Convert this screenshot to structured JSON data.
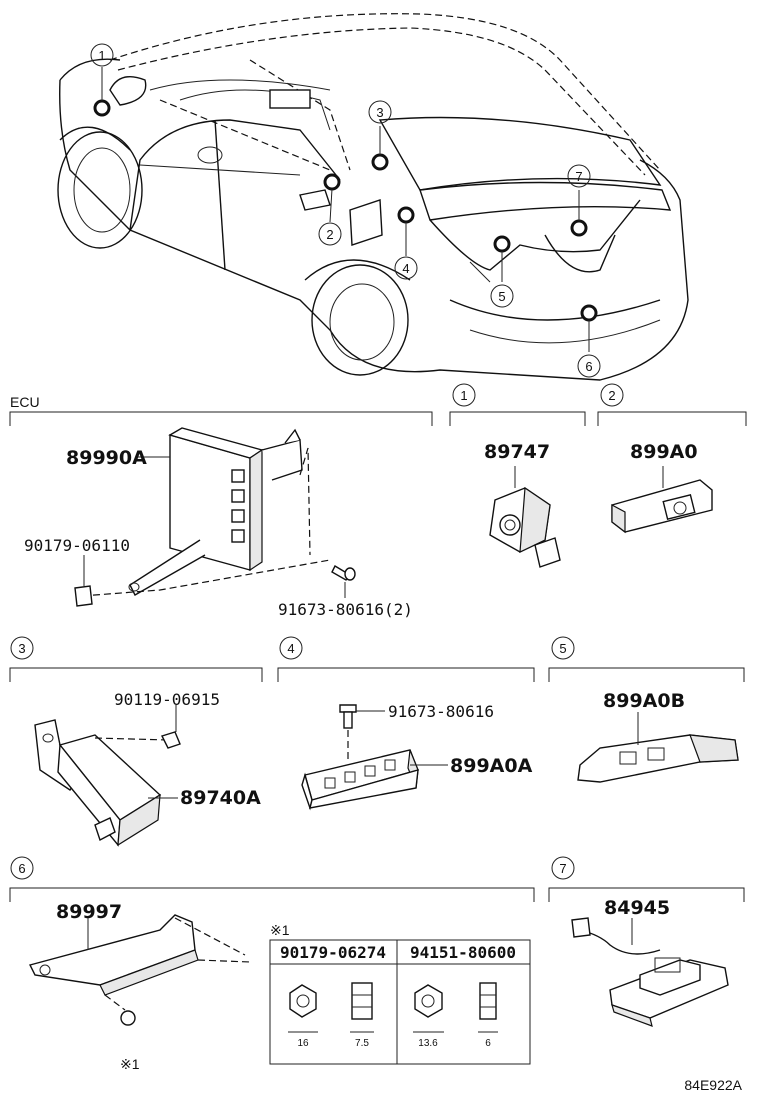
{
  "callouts": [
    "1",
    "2",
    "3",
    "4",
    "5",
    "6",
    "7"
  ],
  "sections": {
    "ecu": {
      "title": "ECU",
      "parts": [
        "89990A",
        "90179-06110",
        "91673-80616(2)"
      ]
    },
    "s1": {
      "number": "1",
      "part": "89747"
    },
    "s2": {
      "number": "2",
      "part": "899A0"
    },
    "s3": {
      "number": "3",
      "parts": [
        "90119-06915",
        "89740A"
      ]
    },
    "s4": {
      "number": "4",
      "parts": [
        "91673-80616",
        "899A0A"
      ]
    },
    "s5": {
      "number": "5",
      "part": "899A0B"
    },
    "s6": {
      "number": "6",
      "part": "89997",
      "note_mark": "※1",
      "table": {
        "title": "※1",
        "headers": [
          "90179-06274",
          "94151-80600"
        ],
        "dims": [
          "16",
          "7.5",
          "13.6",
          "6"
        ]
      }
    },
    "s7": {
      "number": "7",
      "part": "84945"
    }
  },
  "figure_code": "84E922A"
}
